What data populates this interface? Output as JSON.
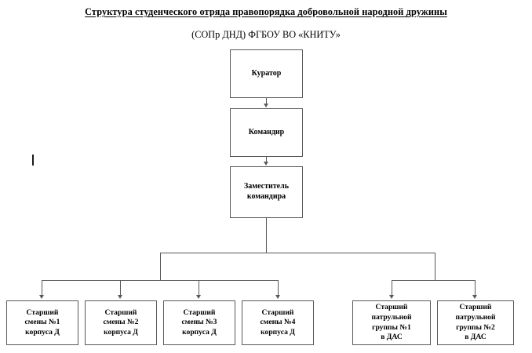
{
  "document": {
    "title_line1": "Структура студенческого отряда правопорядка добровольной народной дружины",
    "title_line2": "(СОПр ДНД) ФГБОУ ВО «КНИТУ»"
  },
  "colors": {
    "box_border": "#595959",
    "connector": "#595959",
    "text": "#000000",
    "background": "#ffffff"
  },
  "chart_data": {
    "type": "diagram",
    "diagram_kind": "organizational-hierarchy",
    "title": "Структура студенческого отряда правопорядка добровольной народной дружины (СОПр ДНД) ФГБОУ ВО «КНИТУ»",
    "orientation": "top-down",
    "levels": [
      {
        "level": 1,
        "nodes": [
          "Куратор"
        ]
      },
      {
        "level": 2,
        "nodes": [
          "Командир"
        ]
      },
      {
        "level": 3,
        "nodes": [
          "Заместитель командира"
        ]
      },
      {
        "level": 4,
        "nodes": [
          "Старший смены №1 корпуса Д",
          "Старший смены №2 корпуса Д",
          "Старший смены №3 корпуса Д",
          "Старший смены №4 корпуса Д",
          "Старший патрульной группы №1 в ДАС",
          "Старший патрульной группы №2 в ДАС"
        ]
      }
    ],
    "edges": [
      {
        "from": "Куратор",
        "to": "Командир",
        "style": "arrow"
      },
      {
        "from": "Командир",
        "to": "Заместитель командира",
        "style": "arrow"
      },
      {
        "from": "Заместитель командира",
        "to": "Старший смены №1 корпуса Д",
        "style": "arrow"
      },
      {
        "from": "Заместитель командира",
        "to": "Старший смены №2 корпуса Д",
        "style": "arrow"
      },
      {
        "from": "Заместитель командира",
        "to": "Старший смены №3 корпуса Д",
        "style": "arrow"
      },
      {
        "from": "Заместитель командира",
        "to": "Старший смены №4 корпуса Д",
        "style": "arrow"
      },
      {
        "from": "Заместитель командира",
        "to": "Старший патрульной группы №1 в ДАС",
        "style": "arrow"
      },
      {
        "from": "Заместитель командира",
        "to": "Старший патрульной группы №2 в ДАС",
        "style": "arrow"
      }
    ]
  },
  "nodes": {
    "curator": {
      "label": "Куратор"
    },
    "commander": {
      "label": "Командир"
    },
    "deputy": {
      "label": "Заместитель\nкомандира"
    },
    "shift_1": {
      "label": "Старший\nсмены №1\nкорпуса Д"
    },
    "shift_2": {
      "label": "Старший\nсмены №2\nкорпуса Д"
    },
    "shift_3": {
      "label": "Старший\nсмены №3\nкорпуса Д"
    },
    "shift_4": {
      "label": "Старший\nсмены №4\nкорпуса Д"
    },
    "patrol_1": {
      "label": "Старший\nпатрульной\nгруппы №1\nв ДАС"
    },
    "patrol_2": {
      "label": "Старший\nпатрульной\nгруппы №2\nв ДАС"
    }
  }
}
